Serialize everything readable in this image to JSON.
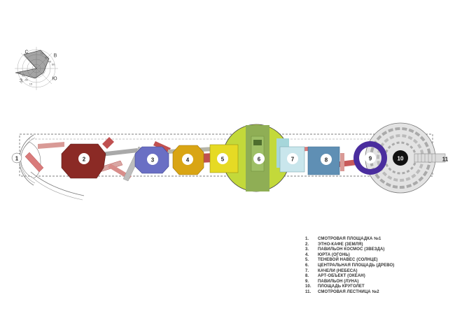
{
  "wind_rose": {
    "directions": {
      "north": "С",
      "east": "В",
      "south": "Ю",
      "west": "З"
    },
    "scale_labels": [
      "15",
      "30",
      "45",
      "60",
      "15",
      "30",
      "45",
      "60"
    ]
  },
  "zones": [
    {
      "num": "1",
      "color": "#ffffff"
    },
    {
      "num": "2",
      "color": "#8b2a25"
    },
    {
      "num": "3",
      "color": "#6a6fc4"
    },
    {
      "num": "4",
      "color": "#d9a514"
    },
    {
      "num": "5",
      "color": "#e6da24"
    },
    {
      "num": "6",
      "color": "#c3d93a"
    },
    {
      "num": "7",
      "color": "#c9e6ec"
    },
    {
      "num": "8",
      "color": "#5f8fb4"
    },
    {
      "num": "9",
      "color": "#4a2d9e"
    },
    {
      "num": "10",
      "color": "#111111"
    },
    {
      "num": "11",
      "color": "#e3e3e3"
    }
  ],
  "legend": [
    {
      "num": "1.",
      "text": "СМОТРОВАЯ ПЛОЩАДКА №1"
    },
    {
      "num": "2.",
      "text": "ЭТНО-КАФЕ (ЗЕМЛЯ)"
    },
    {
      "num": "3.",
      "text": "ПАВИЛЬОН КОСМОС (ЗВЕЗДА)"
    },
    {
      "num": "4.",
      "text": "ЮРТА (ОГОНЬ)"
    },
    {
      "num": "5.",
      "text": "ТЕНЕВОЙ НАВЕС (СОЛНЦЕ)"
    },
    {
      "num": "6.",
      "text": "ЦЕНТРАЛЬНАЯ ПЛОЩАДЬ (ДРЕВО)"
    },
    {
      "num": "7.",
      "text": "КАЧЕЛИ (НЕБЕСА)"
    },
    {
      "num": "8.",
      "text": "АРТ-ОБЪЕКТ (ОКЕАН)"
    },
    {
      "num": "9.",
      "text": "ПАВИЛЬОН (ЛУНА)"
    },
    {
      "num": "10.",
      "text": "ПЛОЩАДЬ КРУГОЛЕТ"
    },
    {
      "num": "11.",
      "text": "СМОТРОВАЯ ЛЕСТНИЦА №2"
    }
  ]
}
